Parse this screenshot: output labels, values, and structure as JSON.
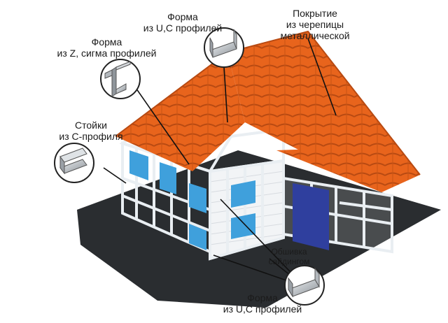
{
  "labels": {
    "form_uc_top": {
      "line1": "Форма",
      "line2": "из U,C профилей"
    },
    "roof_covering": {
      "line1": "Покрытие",
      "line2": "из черепицы",
      "line3": "металлической"
    },
    "form_z_sigma": {
      "line1": "Форма",
      "line2": "из Z, сигма профилей"
    },
    "posts_c": {
      "line1": "Стойки",
      "line2": "из С-профиля"
    },
    "siding": {
      "line1": "Обшивка",
      "line2": "сайдингом"
    },
    "form_uc_bottom": {
      "line1": "Форма",
      "line2": "из U,C профилей"
    }
  },
  "colors": {
    "roof": "#e8641c",
    "roof_dark": "#b84a12",
    "ground": "#2a2d30",
    "frame": "#e9eef2",
    "window": "#3fa0dc",
    "door": "#2f3f9e",
    "callout_fill": "#ffffff",
    "callout_stroke": "#222222",
    "profile_metal": "#c9ced3"
  },
  "icons": [
    "u-profile-icon",
    "z-profile-icon",
    "c-profile-icon"
  ]
}
